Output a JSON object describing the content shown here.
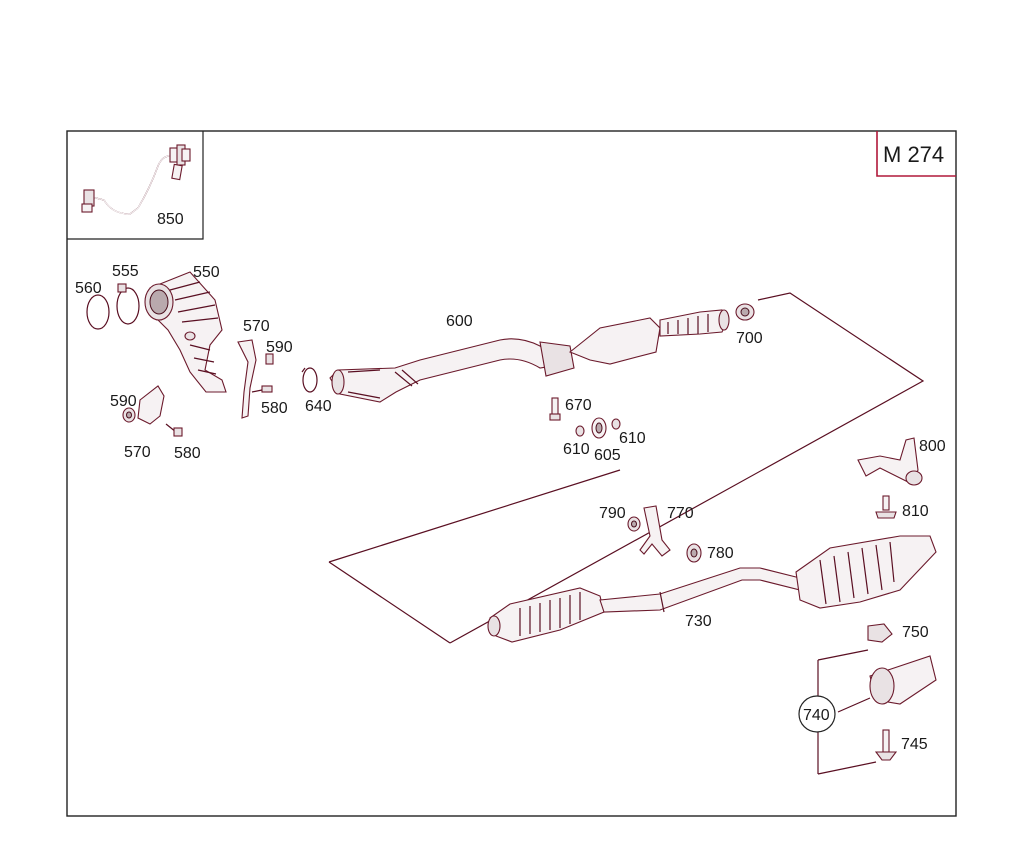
{
  "diagram": {
    "group_code": "M 274",
    "labels": {
      "p850": "850",
      "p560": "560",
      "p555": "555",
      "p550": "550",
      "p570a": "570",
      "p590a": "590",
      "p580a": "580",
      "p640": "640",
      "p590b": "590",
      "p570b": "570",
      "p580b": "580",
      "p600": "600",
      "p700": "700",
      "p670": "670",
      "p610a": "610",
      "p610b": "610",
      "p605": "605",
      "p800": "800",
      "p810": "810",
      "p790": "790",
      "p770": "770",
      "p780": "780",
      "p730": "730",
      "p750": "750",
      "p740": "740",
      "p745": "745"
    }
  }
}
